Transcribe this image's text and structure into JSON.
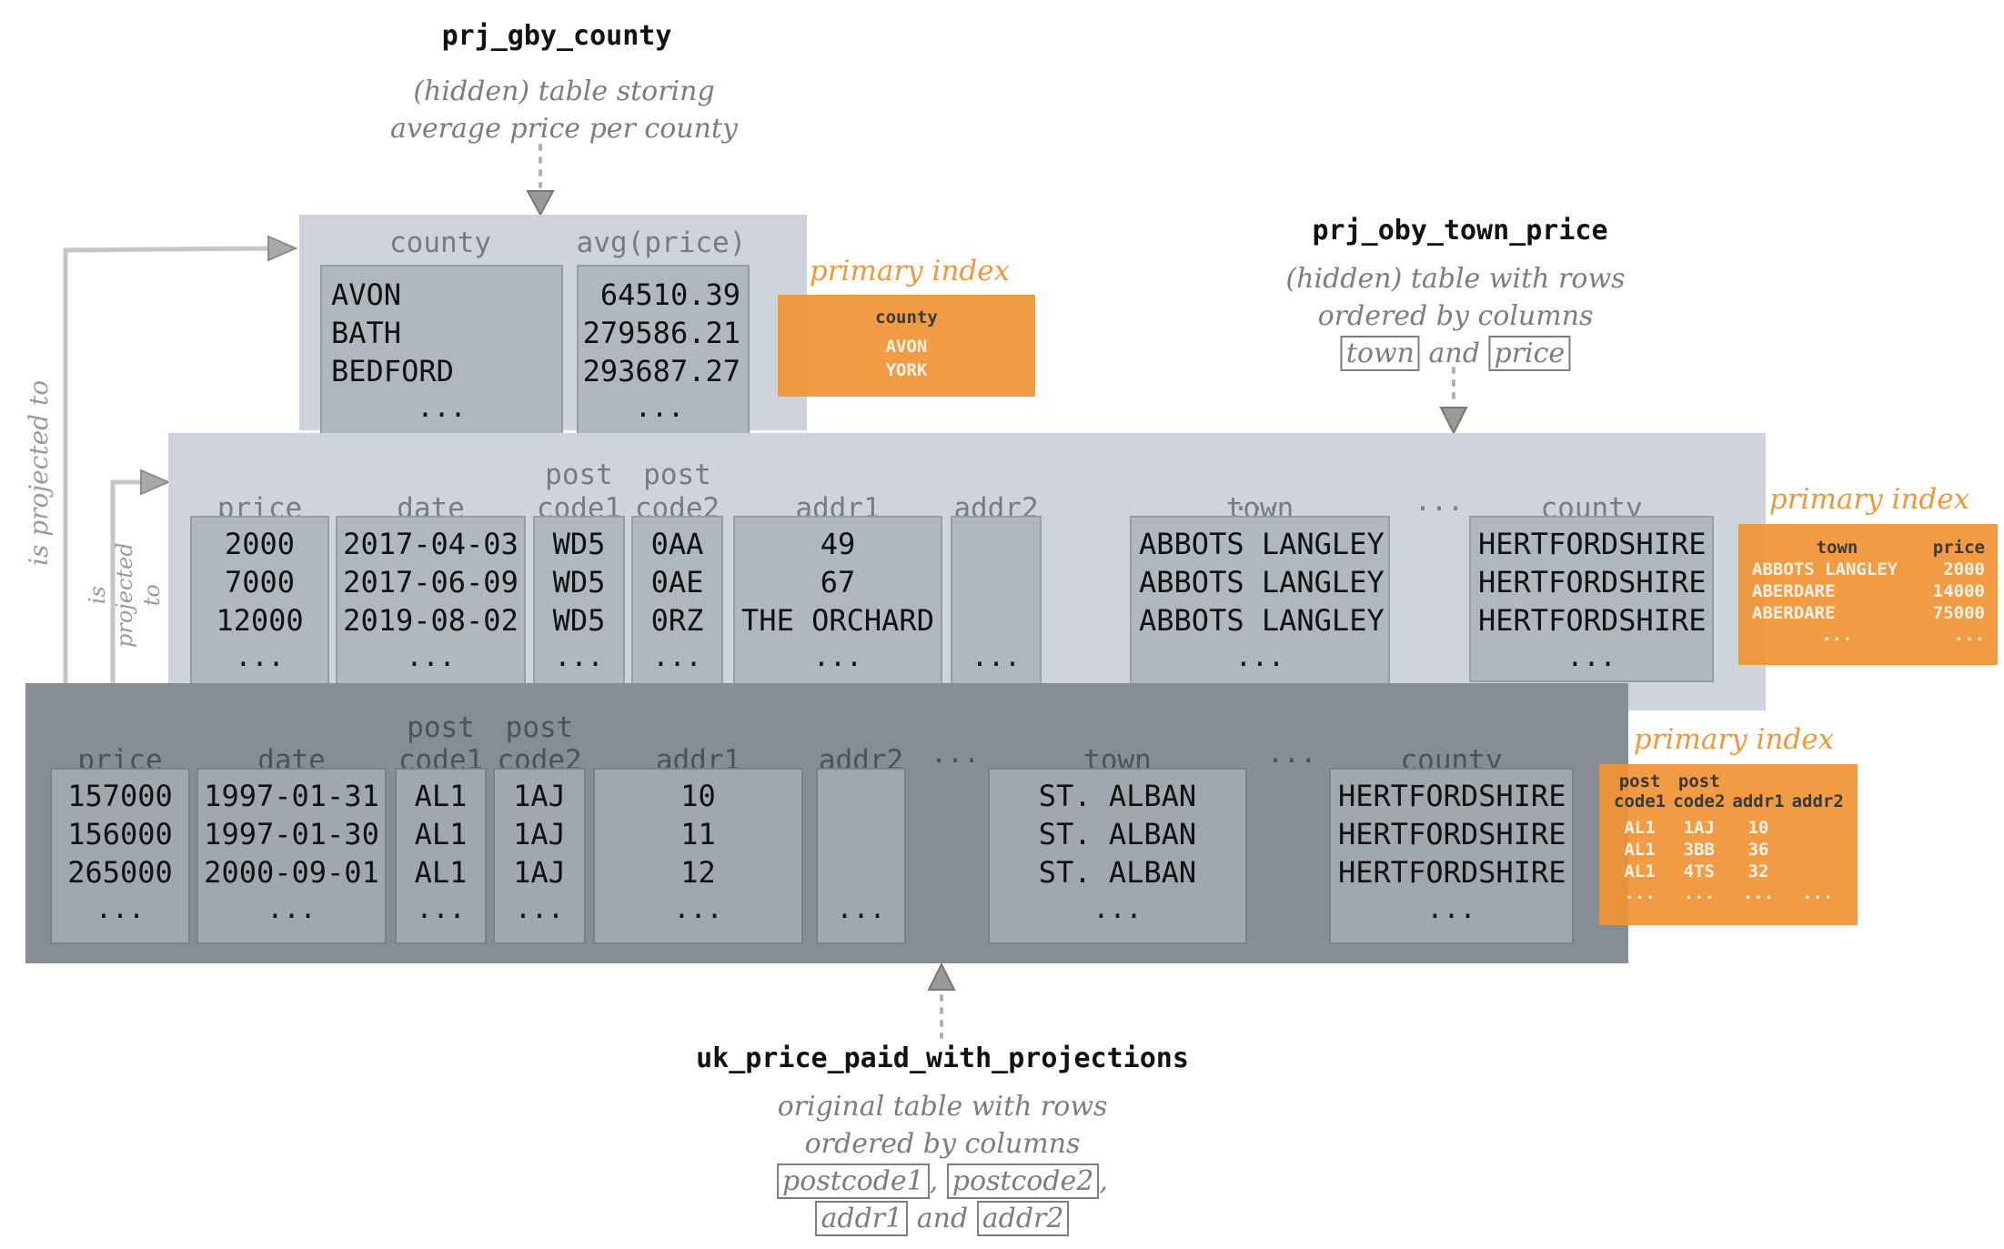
{
  "projections": {
    "gby_county": {
      "title": "prj_gby_county",
      "note_lines": [
        "(hidden) table storing",
        "average price per county"
      ],
      "columns": [
        {
          "header": "county",
          "values": [
            "AVON",
            "BATH",
            "BEDFORD"
          ],
          "more": "..."
        },
        {
          "header": "avg(price)",
          "values": [
            "64510.39",
            "279586.21",
            "293687.27"
          ],
          "more": "..."
        }
      ],
      "primary_index": {
        "label": "primary index",
        "headers": [
          "county"
        ],
        "rows": [
          [
            "AVON"
          ],
          [
            "YORK"
          ]
        ]
      }
    },
    "oby_town_price": {
      "title": "prj_oby_town_price",
      "note_lines": [
        "(hidden) table with rows",
        "ordered by columns"
      ],
      "note_keys": [
        "town",
        "and",
        "price"
      ],
      "columns": [
        {
          "header_top": "",
          "header": "price",
          "values": [
            "2000",
            "7000",
            "12000"
          ],
          "more": "..."
        },
        {
          "header_top": "",
          "header": "date",
          "values": [
            "2017-04-03",
            "2017-06-09",
            "2019-08-02"
          ],
          "more": "..."
        },
        {
          "header_top": "post",
          "header": "code1",
          "values": [
            "WD5",
            "WD5",
            "WD5"
          ],
          "more": "..."
        },
        {
          "header_top": "post",
          "header": "code2",
          "values": [
            "0AA",
            "0AE",
            "0RZ"
          ],
          "more": "..."
        },
        {
          "header_top": "",
          "header": "addr1",
          "values": [
            "49",
            "67",
            "THE ORCHARD"
          ],
          "more": "..."
        },
        {
          "header_top": "",
          "header": "addr2",
          "values": [
            "",
            "",
            ""
          ],
          "more": "..."
        },
        {
          "header_top": "",
          "header": "town",
          "values": [
            "ABBOTS LANGLEY",
            "ABBOTS LANGLEY",
            "ABBOTS LANGLEY"
          ],
          "more": "..."
        },
        {
          "header_top": "",
          "header": "county",
          "values": [
            "HERTFORDSHIRE",
            "HERTFORDSHIRE",
            "HERTFORDSHIRE"
          ],
          "more": "..."
        }
      ],
      "gap_ellipsis": "...",
      "primary_index": {
        "label": "primary index",
        "headers": [
          "town",
          "price"
        ],
        "rows": [
          [
            "ABBOTS LANGLEY",
            "2000"
          ],
          [
            "ABERDARE",
            "14000"
          ],
          [
            "ABERDARE",
            "75000"
          ],
          [
            "...",
            "..."
          ]
        ]
      }
    }
  },
  "original": {
    "title": "uk_price_paid_with_projections",
    "note_lines": [
      "original table with rows",
      "ordered by columns"
    ],
    "note_keys": [
      "postcode1",
      ",",
      "postcode2",
      ",",
      "addr1",
      "and",
      "addr2"
    ],
    "columns": [
      {
        "header_top": "",
        "header": "price",
        "values": [
          "157000",
          "156000",
          "265000"
        ],
        "more": "..."
      },
      {
        "header_top": "",
        "header": "date",
        "values": [
          "1997-01-31",
          "1997-01-30",
          "2000-09-01"
        ],
        "more": "..."
      },
      {
        "header_top": "post",
        "header": "code1",
        "values": [
          "AL1",
          "AL1",
          "AL1"
        ],
        "more": "..."
      },
      {
        "header_top": "post",
        "header": "code2",
        "values": [
          "1AJ",
          "1AJ",
          "1AJ"
        ],
        "more": "..."
      },
      {
        "header_top": "",
        "header": "addr1",
        "values": [
          "10",
          "11",
          "12"
        ],
        "more": "..."
      },
      {
        "header_top": "",
        "header": "addr2",
        "values": [
          "",
          "",
          ""
        ],
        "more": "..."
      },
      {
        "header_top": "",
        "header": "town",
        "values": [
          "ST. ALBAN",
          "ST. ALBAN",
          "ST. ALBAN"
        ],
        "more": "..."
      },
      {
        "header_top": "",
        "header": "county",
        "values": [
          "HERTFORDSHIRE",
          "HERTFORDSHIRE",
          "HERTFORDSHIRE"
        ],
        "more": "..."
      }
    ],
    "gap_ellipsis": "...",
    "primary_index": {
      "label": "primary index",
      "headers_top": [
        "post",
        "post",
        "",
        ""
      ],
      "headers": [
        "code1",
        "code2",
        "addr1",
        "addr2"
      ],
      "rows": [
        [
          "AL1",
          "1AJ",
          "10",
          ""
        ],
        [
          "AL1",
          "3BB",
          "36",
          ""
        ],
        [
          "AL1",
          "4TS",
          "32",
          ""
        ],
        [
          "...",
          "...",
          "...",
          "..."
        ]
      ]
    }
  },
  "arrows": {
    "outer_label": "is projected to",
    "inner_label_lines": [
      "is",
      "projected",
      "to"
    ]
  },
  "colors": {
    "orange": "#f0973a",
    "light_table": "#cfd4dc",
    "dark_table": "#878d96"
  }
}
